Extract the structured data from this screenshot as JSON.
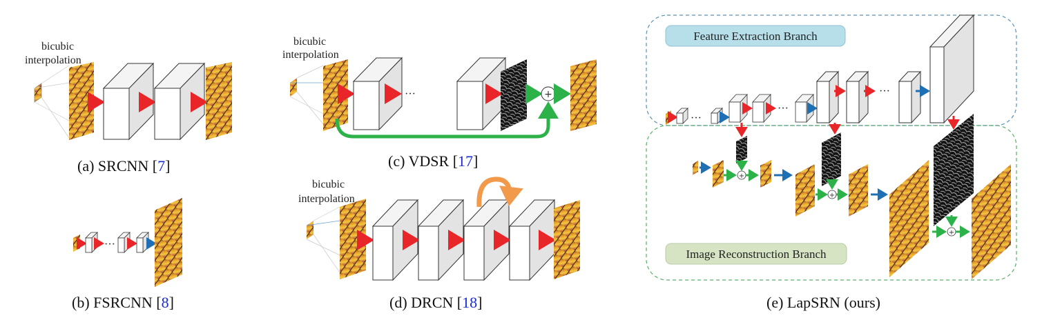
{
  "panels": {
    "a": {
      "caption": "(a) SRCNN [",
      "ref": "7",
      "close": "]",
      "interp_line1": "bicubic",
      "interp_line2": "interpolation"
    },
    "b": {
      "caption": "(b) FSRCNN [",
      "ref": "8",
      "close": "]",
      "dots": "···"
    },
    "c": {
      "caption": "(c) VDSR [",
      "ref": "17",
      "close": "]",
      "interp_line1": "bicubic",
      "interp_line2": "interpolation",
      "dots": "···",
      "sum": "+"
    },
    "d": {
      "caption": "(d) DRCN [",
      "ref": "18",
      "close": "]",
      "interp_line1": "bicubic",
      "interp_line2": "interpolation"
    },
    "e": {
      "caption": "(e) LapSRN (ours)",
      "feature_branch": "Feature Extraction Branch",
      "recon_branch": "Image Reconstruction Branch",
      "dots": "···",
      "sum": "+"
    }
  },
  "colors": {
    "red_arrow": "#e8262a",
    "green_arrow": "#2db24a",
    "blue_arrow": "#1f6fb5",
    "recursion_arrow": "#f29a4c",
    "feature_box": "#b7dfe9",
    "recon_box": "#d6e4c4",
    "feature_border": "#5a8fb0",
    "recon_border": "#5aad6a",
    "ref_link": "#1a2bd1"
  }
}
